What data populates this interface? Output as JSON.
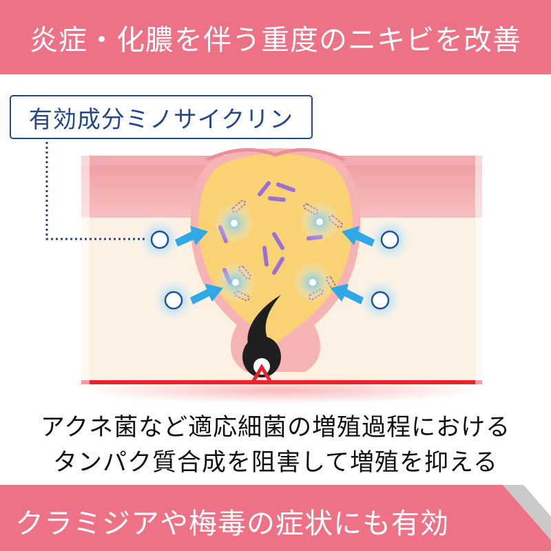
{
  "header": {
    "title": "炎症・化膿を伴う重度のニキビを改善"
  },
  "ingredient_label": "有効成分ミノサイクリン",
  "description": {
    "line1": "アクネ菌など適応細菌の増殖過程における",
    "line2": "タンパク質合成を阻害して増殖を抑える"
  },
  "footer": {
    "text": "クラミジアや梅毒の症状にも有効"
  },
  "colors": {
    "banner_pink": "#ee7286",
    "label_navy": "#24468f",
    "skin_pink": "#f4a5a8",
    "pimple_yellow": "#f9d274",
    "arrow_blue": "#2ea8e6",
    "bacteria_purple": "#9b6fd6",
    "base_red": "#e8232e"
  },
  "icons": [
    "drug-molecule-icon",
    "arrow-icon",
    "bacteria-icon",
    "hair-follicle-icon"
  ]
}
